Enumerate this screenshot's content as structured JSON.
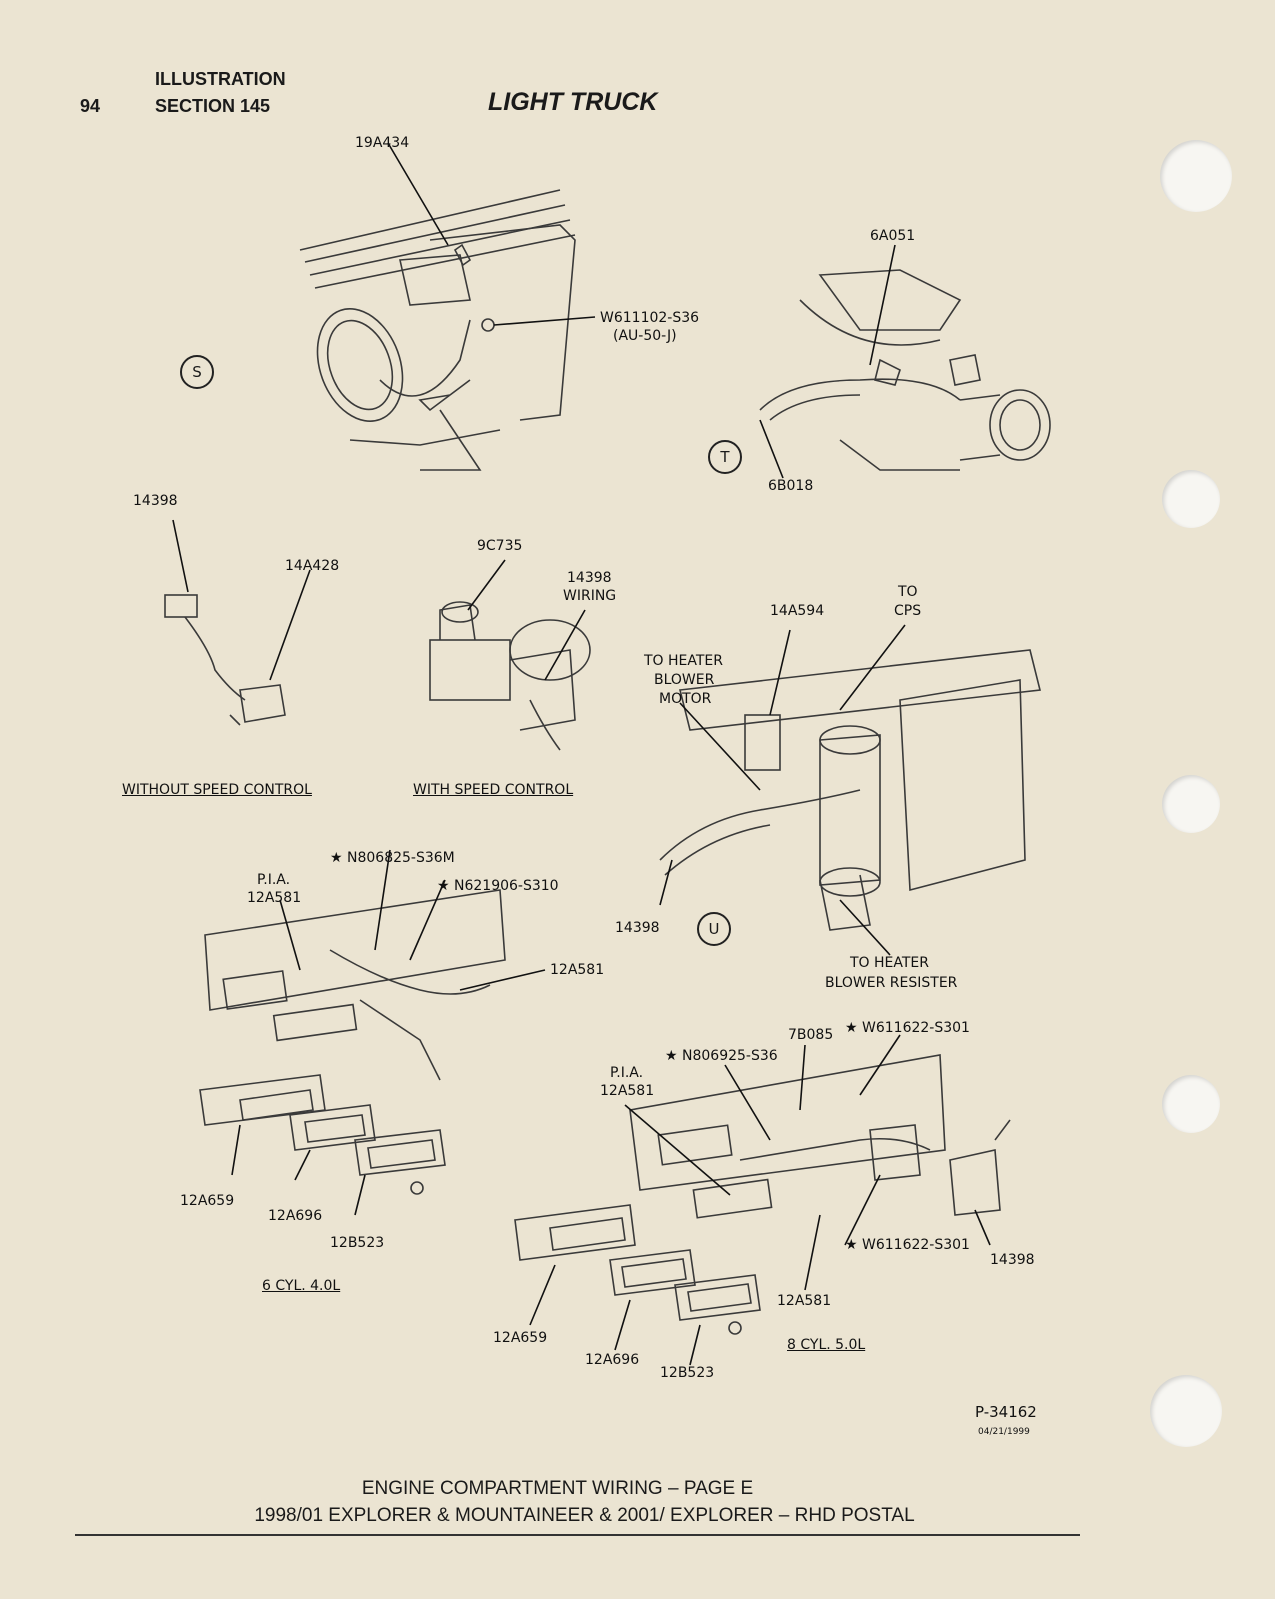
{
  "header": {
    "page_number": "94",
    "illustration_label": "ILLUSTRATION",
    "section_label": "SECTION 145",
    "title": "LIGHT TRUCK"
  },
  "views": {
    "s": {
      "letter": "S",
      "labels": [
        "19A434",
        "W611102-S36",
        "(AU-50-J)"
      ]
    },
    "t": {
      "letter": "T",
      "labels": [
        "6A051",
        "6B018"
      ]
    },
    "u": {
      "letter": "U",
      "labels": [
        "14A594",
        "TO",
        "CPS",
        "TO HEATER",
        "BLOWER",
        "MOTOR",
        "14398",
        "TO HEATER",
        "BLOWER RESISTER"
      ]
    }
  },
  "speed_control": {
    "without_caption": "WITHOUT SPEED CONTROL",
    "with_caption": "WITH SPEED CONTROL",
    "without_labels": [
      "14398",
      "14A428"
    ],
    "with_labels": [
      "9C735",
      "14398",
      "WIRING"
    ]
  },
  "cyl6": {
    "caption": "6 CYL. 4.0L",
    "labels": [
      "★ N806825-S36M",
      "P.I.A.",
      "12A581",
      "★ N621906-S310",
      "12A581",
      "12A659",
      "12A696",
      "12B523"
    ]
  },
  "cyl8": {
    "caption": "8 CYL. 5.0L",
    "labels": [
      "7B085",
      "★ W611622-S301",
      "★ N806925-S36",
      "P.I.A.",
      "12A581",
      "★ W611622-S301",
      "14398",
      "12A581",
      "12A659",
      "12A696",
      "12B523"
    ]
  },
  "figure_id": "P-34162",
  "figure_date": "04/21/1999",
  "footer": {
    "line1": "ENGINE COMPARTMENT WIRING – PAGE E",
    "line2": "1998/01 EXPLORER & MOUNTAINEER & 2001/ EXPLORER – RHD POSTAL"
  }
}
